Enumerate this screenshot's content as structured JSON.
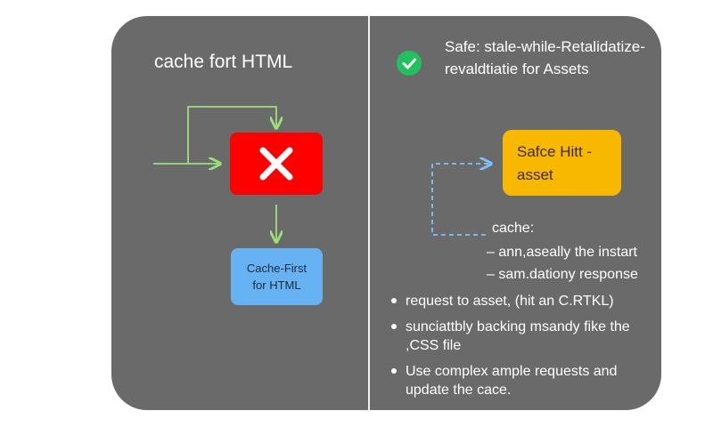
{
  "left": {
    "title": "cache fort HTML",
    "box_failed_icon": "x-icon",
    "box_blue_line1": "Cache-First",
    "box_blue_line2": "for HTML"
  },
  "right": {
    "title": "Safe: stale-while-Retalidatize-revaldtiatie for Assets",
    "status_icon": "check-circle-icon",
    "yellow_box_line1": "Safce Hitt -",
    "yellow_box_line2": "asset",
    "cache_label": "cache:",
    "cache_items": [
      "– ann,aseally the instart",
      "– sam.dationy response"
    ],
    "bullets": [
      "request to asset, (hit an C.RTKL)",
      "sunciattbly backing msandy fike the ,CSS file",
      "Use complex ample requests and update the cace."
    ]
  },
  "colors": {
    "panel": "#6a6a6a",
    "error_red": "#ff0000",
    "success_green": "#21c25e",
    "info_blue": "#66b2f2",
    "asset_yellow": "#f9b800",
    "arrow_green": "#9be07a",
    "dashed_blue": "#7ec2ff"
  }
}
